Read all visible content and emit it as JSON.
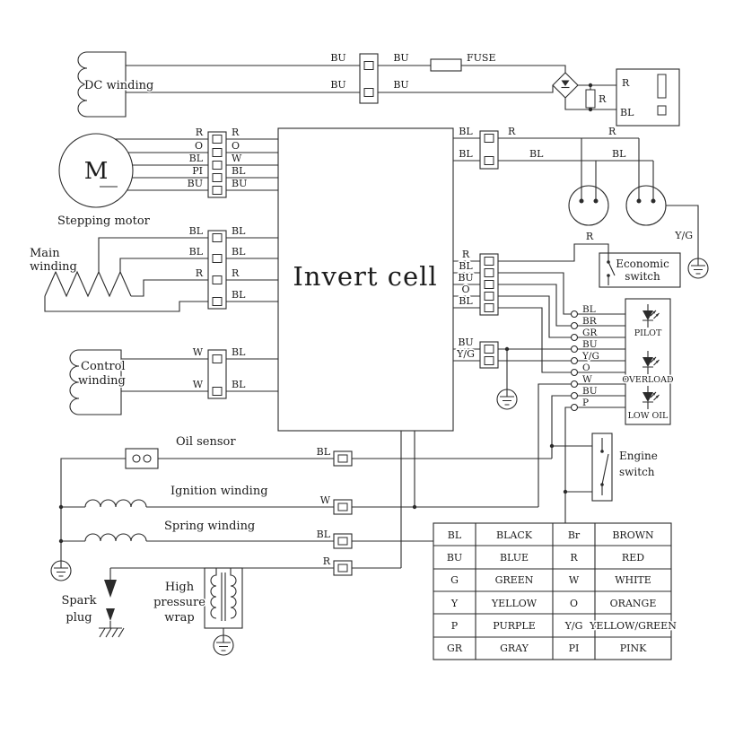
{
  "diagram": {
    "dc": {
      "label": "DC winding",
      "wires": [
        "BU",
        "BU",
        "BU",
        "BU"
      ],
      "fuse": "FUSE"
    },
    "outlet": {
      "top": "R",
      "bottom": "BL",
      "resistor": "R"
    },
    "motor": {
      "label": "Stepping motor",
      "symbol": "M",
      "left": [
        "R",
        "O",
        "BL",
        "PI",
        "BU"
      ],
      "right": [
        "R",
        "O",
        "W",
        "BL",
        "BU"
      ]
    },
    "invert": {
      "label": "Invert cell"
    },
    "main": {
      "label1": "Main",
      "label2": "winding",
      "left": [
        "BL",
        "BL",
        "R"
      ],
      "right": [
        "BL",
        "BL",
        "R",
        "BL"
      ]
    },
    "control": {
      "label1": "Control",
      "label2": "winding",
      "left": [
        "W",
        "W"
      ],
      "right": [
        "BL",
        "BL"
      ]
    },
    "ac": {
      "left": [
        "BL",
        "BL"
      ],
      "right": [
        "R",
        "BL"
      ],
      "mid": [
        "R",
        "BL"
      ],
      "ground": "Y/G"
    },
    "econ": {
      "feed": "R",
      "label1": "Economic",
      "label2": "switch"
    },
    "pins5": {
      "left": [
        "R",
        "BL",
        "BU",
        "O",
        "BL"
      ]
    },
    "pins2": {
      "left": [
        "BU",
        "Y/G"
      ]
    },
    "indicators": [
      "BL",
      "BR",
      "GR",
      "BU",
      "Y/G",
      "O",
      "W",
      "BU",
      "P"
    ],
    "led": {
      "pilot": "PILOT",
      "overload": "OVERLOAD",
      "low_oil": "LOW OIL"
    },
    "engine": {
      "label1": "Engine",
      "label2": "switch"
    },
    "oil": {
      "label": "Oil sensor",
      "wire": "BL"
    },
    "ignition": {
      "label": "Ignition winding",
      "wire": "W"
    },
    "spring": {
      "label": "Spring winding",
      "wire": "BL"
    },
    "hpw": {
      "label1": "High",
      "label2": "pressure",
      "label3": "wrap",
      "wire": "R"
    },
    "spark": {
      "label1": "Spark",
      "label2": "plug"
    }
  },
  "legend": {
    "rows": [
      [
        "BL",
        "BLACK",
        "Br",
        "BROWN"
      ],
      [
        "BU",
        "BLUE",
        "R",
        "RED"
      ],
      [
        "G",
        "GREEN",
        "W",
        "WHITE"
      ],
      [
        "Y",
        "YELLOW",
        "O",
        "ORANGE"
      ],
      [
        "P",
        "PURPLE",
        "Y/G",
        "YELLOW/GREEN"
      ],
      [
        "GR",
        "GRAY",
        "PI",
        "PINK"
      ]
    ]
  }
}
